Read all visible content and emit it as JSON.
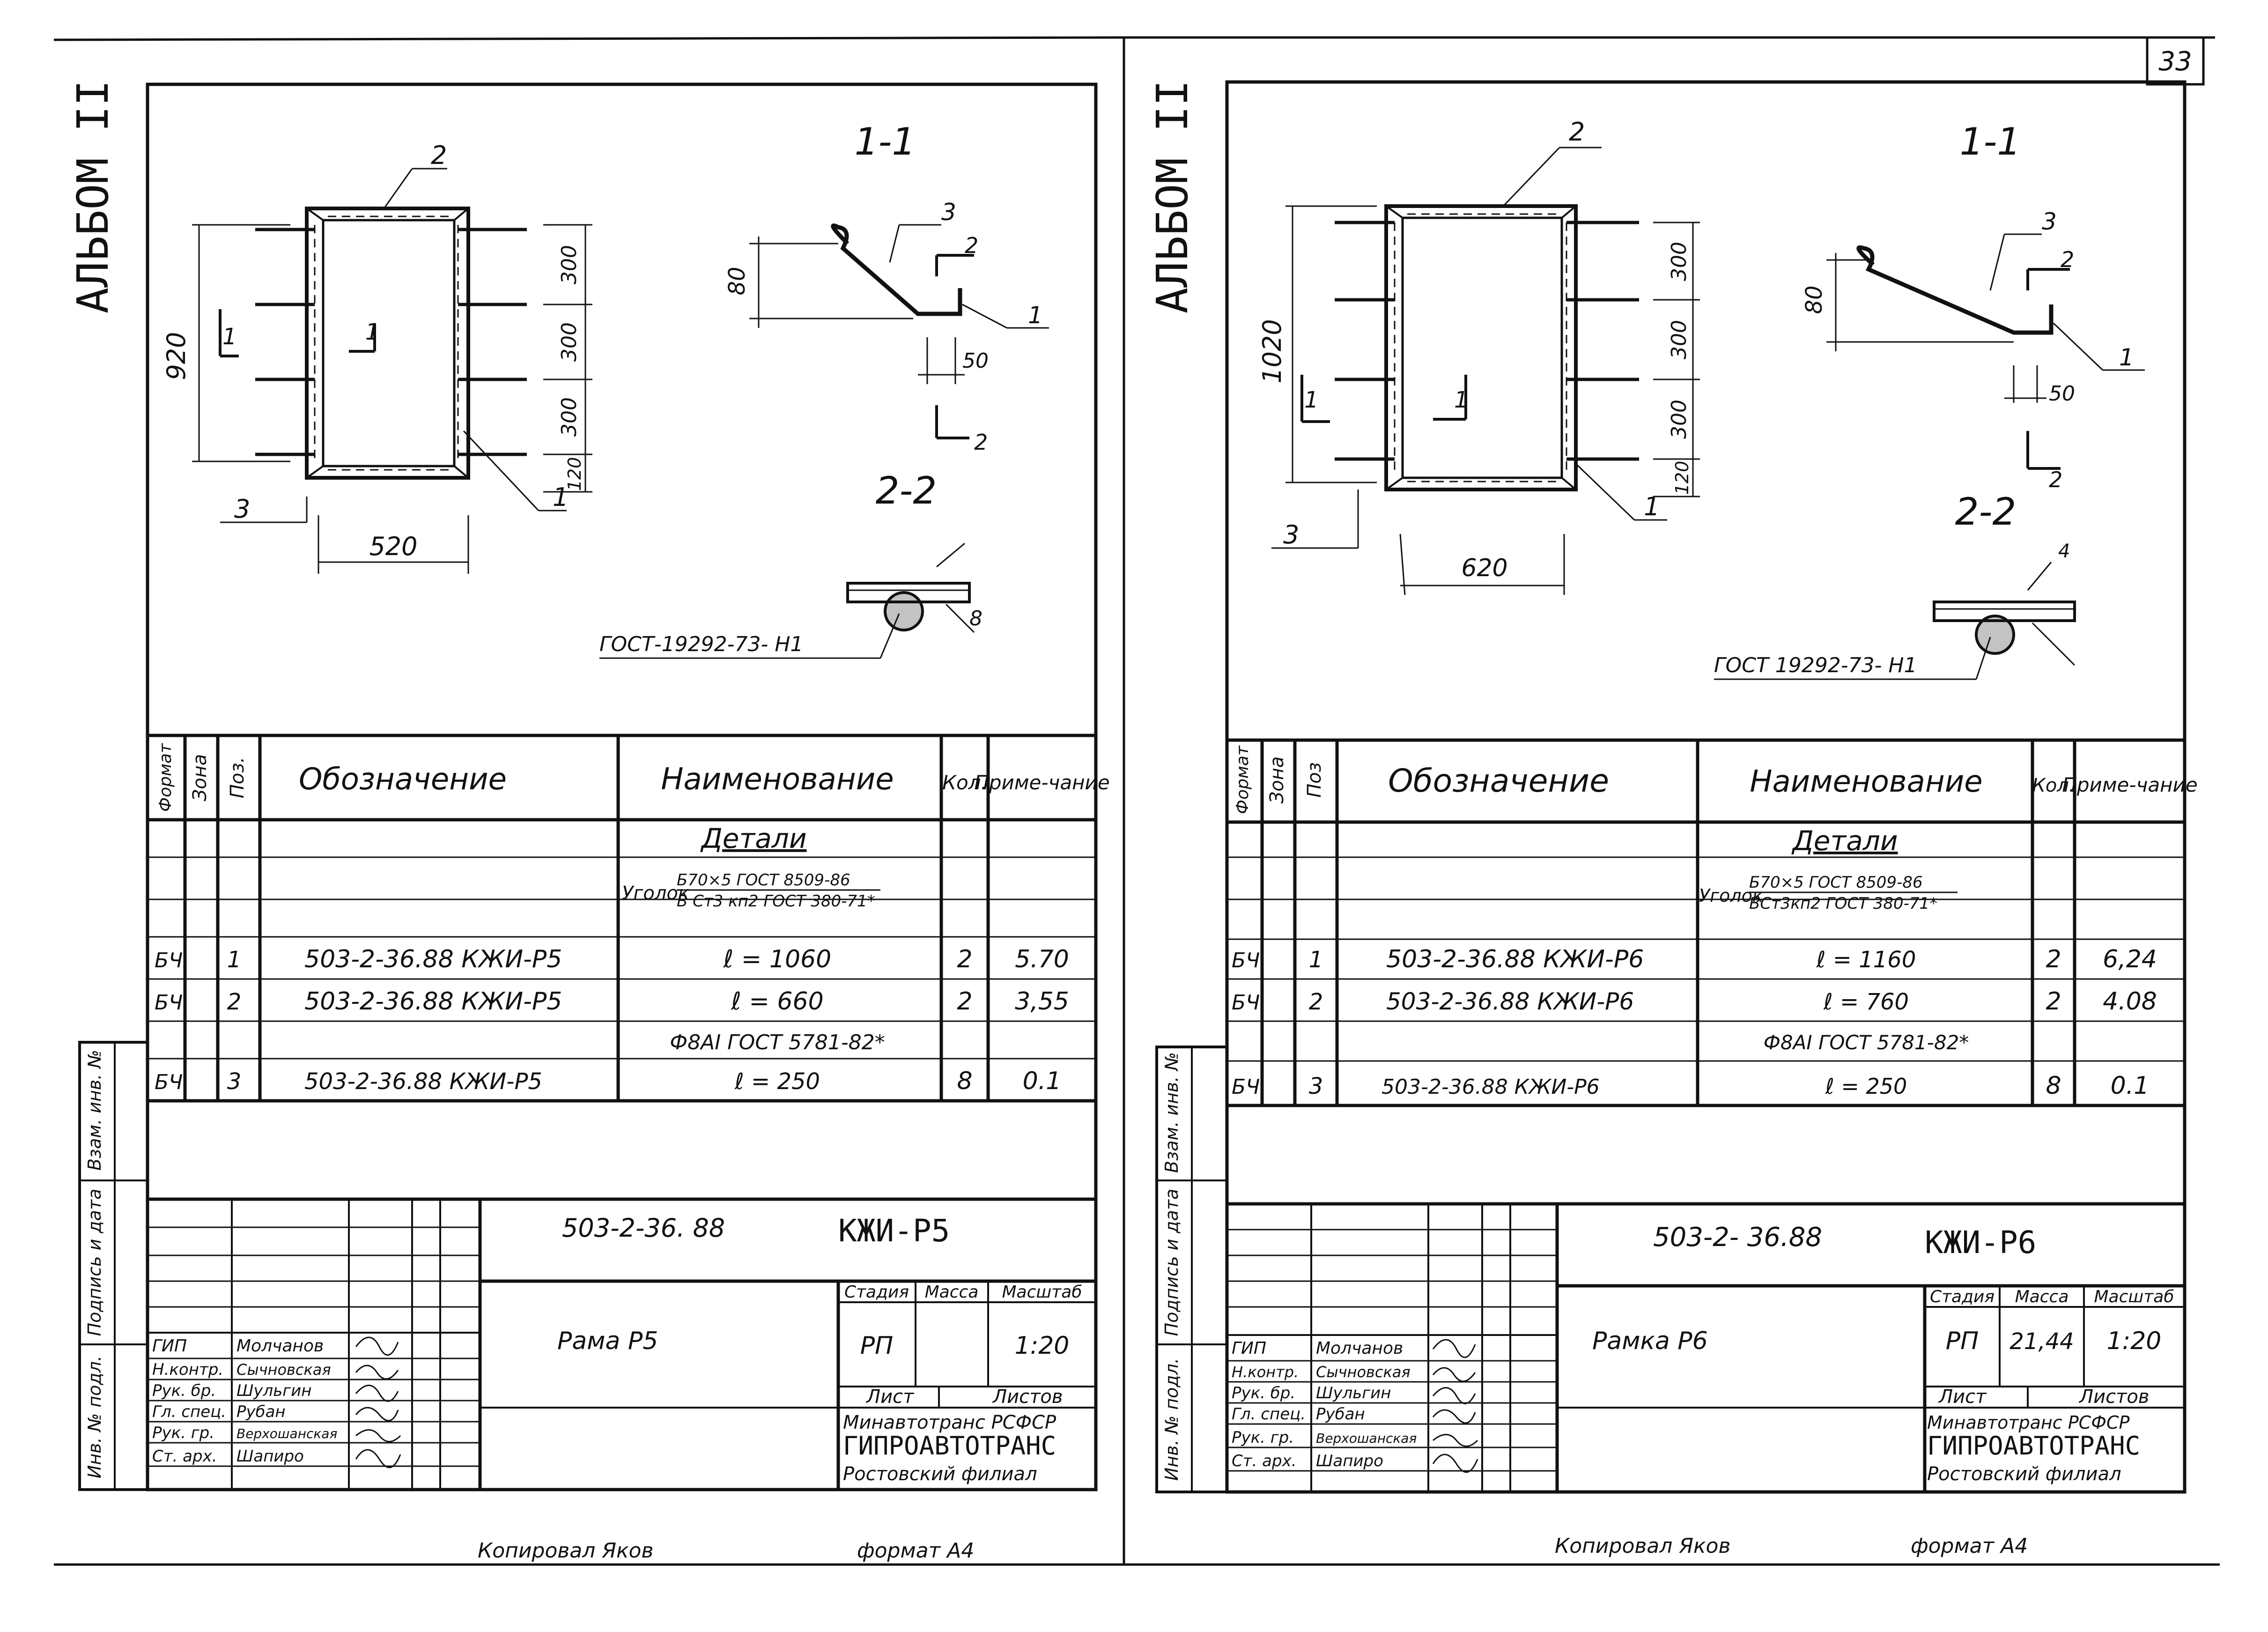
{
  "page_number": "33",
  "footer": {
    "left_copied": "Копировал Яков",
    "left_format": "формат А4",
    "right_copied": "Копировал Яков",
    "right_format": "формат А4"
  },
  "sheets": [
    {
      "album": "АЛЬБОМ II",
      "drawing": {
        "dim_height": "920",
        "dim_width": "520",
        "dims_right": [
          "300",
          "300",
          "300",
          "120"
        ],
        "leader_top": "2",
        "leader_left": "3",
        "leader_right": "1",
        "section_mark": "1",
        "section_11": "1-1",
        "section_22": "2-2",
        "dim_80": "80",
        "dim_50": "50",
        "pos_3": "3",
        "pos_1": "1",
        "mark_2a": "2",
        "mark_2b": "2",
        "weld_dim": "8",
        "gost": "ГОСТ-19292-73- Н1"
      },
      "spec_headers": {
        "format": "Формат",
        "zone": "Зона",
        "pos": "Поз.",
        "designation": "Обозначение",
        "name": "Наименование",
        "qty": "Кол.",
        "note": "Приме-чание"
      },
      "spec_section": "Детали",
      "spec_angle_prefix": "Уголок",
      "spec_angle_top": "Б70×5 ГОСТ 8509-86",
      "spec_angle_bottom": "В Ст3 кп2 ГОСТ 380-71*",
      "spec_rows": [
        {
          "format": "БЧ",
          "pos": "1",
          "designation": "503-2-36.88 КЖИ-Р5",
          "name": "ℓ = 1060",
          "qty": "2",
          "note": "5.70"
        },
        {
          "format": "БЧ",
          "pos": "2",
          "designation": "503-2-36.88 КЖИ-Р5",
          "name": "ℓ = 660",
          "qty": "2",
          "note": "3,55"
        },
        {
          "format": "",
          "pos": "",
          "designation": "",
          "name": "Ф8АI ГОСТ 5781-82*",
          "qty": "",
          "note": ""
        },
        {
          "format": "БЧ",
          "pos": "3",
          "designation": "503-2-36.88 КЖИ-Р5",
          "name": "ℓ = 250",
          "qty": "8",
          "note": "0.1"
        }
      ],
      "side_labels": [
        "Взам. инв. №",
        "Подпись и дата",
        "Инв. № подл."
      ],
      "title_block": {
        "code": "503-2-36. 88",
        "mark": "КЖИ-Р5",
        "title": "Рама Р5",
        "stage_label": "Стадия",
        "mass_label": "Масса",
        "scale_label": "Масштаб",
        "stage": "РП",
        "mass": "",
        "scale": "1:20",
        "sheet_label": "Лист",
        "sheets_label": "Листов",
        "org1": "Минавтотранс РСФСР",
        "org2": "ГИПРОАВТОТРАНС",
        "org3": "Ростовский филиал",
        "staff": [
          {
            "role": "ГИП",
            "name": "Молчанов"
          },
          {
            "role": "Н.контр.",
            "name": "Сычновская"
          },
          {
            "role": "Рук. бр.",
            "name": "Шульгин"
          },
          {
            "role": "Гл. спец.",
            "name": "Рубан"
          },
          {
            "role": "Рук. гр.",
            "name": "Верхошанская"
          },
          {
            "role": "Ст. арх.",
            "name": "Шапиро"
          }
        ]
      }
    },
    {
      "album": "АЛЬБОМ II",
      "drawing": {
        "dim_height": "1020",
        "dim_width": "620",
        "dims_right": [
          "300",
          "300",
          "300",
          "120"
        ],
        "leader_top": "2",
        "leader_left": "3",
        "leader_right": "1",
        "section_mark": "1",
        "section_11": "1-1",
        "section_22": "2-2",
        "dim_80": "80",
        "dim_50": "50",
        "pos_3": "3",
        "pos_1": "1",
        "mark_2a": "2",
        "mark_2b": "2",
        "weld_dim": "4",
        "gost": "ГОСТ 19292-73- Н1"
      },
      "spec_headers": {
        "format": "Формат",
        "zone": "Зона",
        "pos": "Поз",
        "designation": "Обозначение",
        "name": "Наименование",
        "qty": "Кол.",
        "note": "Приме-чание"
      },
      "spec_section": "Детали",
      "spec_angle_prefix": "Уголок",
      "spec_angle_top": "Б70×5 ГОСТ 8509-86",
      "spec_angle_bottom": "ВСт3кп2 ГОСТ 380-71*",
      "spec_rows": [
        {
          "format": "БЧ",
          "pos": "1",
          "designation": "503-2-36.88 КЖИ-Р6",
          "name": "ℓ = 1160",
          "qty": "2",
          "note": "6,24"
        },
        {
          "format": "БЧ",
          "pos": "2",
          "designation": "503-2-36.88 КЖИ-Р6",
          "name": "ℓ = 760",
          "qty": "2",
          "note": "4.08"
        },
        {
          "format": "",
          "pos": "",
          "designation": "",
          "name": "Ф8АI ГОСТ 5781-82*",
          "qty": "",
          "note": ""
        },
        {
          "format": "БЧ",
          "pos": "3",
          "designation": "503-2-36.88 КЖИ-Р6",
          "name": "ℓ = 250",
          "qty": "8",
          "note": "0.1"
        }
      ],
      "side_labels": [
        "Взам. инв. №",
        "Подпись и дата",
        "Инв. № подл."
      ],
      "title_block": {
        "code": "503-2- 36.88",
        "mark": "КЖИ-Р6",
        "title": "Рамка Р6",
        "stage_label": "Стадия",
        "mass_label": "Масса",
        "scale_label": "Масштаб",
        "stage": "РП",
        "mass": "21,44",
        "scale": "1:20",
        "sheet_label": "Лист",
        "sheets_label": "Листов",
        "org1": "Минавтотранс РСФСР",
        "org2": "ГИПРОАВТОТРАНС",
        "org3": "Ростовский филиал",
        "staff": [
          {
            "role": "ГИП",
            "name": "Молчанов"
          },
          {
            "role": "Н.контр.",
            "name": "Сычновская"
          },
          {
            "role": "Рук. бр.",
            "name": "Шульгин"
          },
          {
            "role": "Гл. спец.",
            "name": "Рубан"
          },
          {
            "role": "Рук. гр.",
            "name": "Верхошанская"
          },
          {
            "role": "Ст. арх.",
            "name": "Шапиро"
          }
        ]
      }
    }
  ]
}
